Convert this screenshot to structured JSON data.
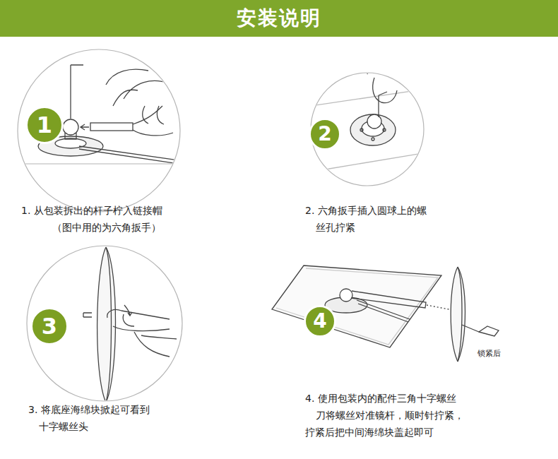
{
  "diagram": {
    "title": "安装说明",
    "nodes": [
      {
        "text": [
          "1"
        ]
      },
      {
        "text": [
          "2"
        ]
      },
      {
        "text": [
          "3"
        ]
      },
      {
        "text": [
          "4"
        ]
      }
    ],
    "labels": [
      "1. 从包装拆出的杆子柠入链接帽",
      "（图中用的为六角扳手）",
      "2. 六角扳手插入圆球上的螺",
      "丝孔拧紧",
      "3. 将底座海绵块掀起可看到",
      "十字螺丝头",
      "4. 使用包装内的配件三角十字螺丝",
      "刀将螺丝对准镜杆，顺时针拧紧，",
      "拧紧后把中间海绵块盖起即可",
      "锁紧后"
    ]
  }
}
